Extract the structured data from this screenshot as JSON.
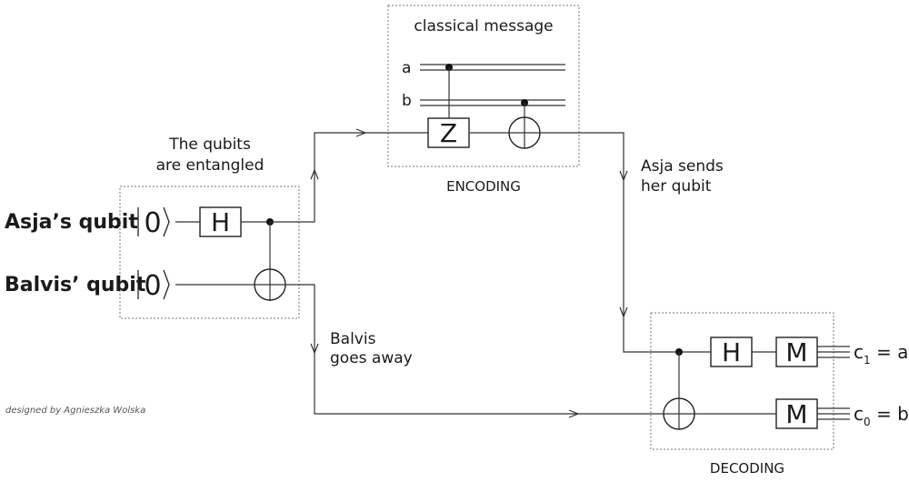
{
  "registers": {
    "asja": "Asja’s qubit",
    "balvis": "Balvis’ qubit"
  },
  "kets": {
    "asja_state": "0",
    "balvis_state": "0"
  },
  "notes": {
    "entangled_line1": "The qubits",
    "entangled_line2": "are entangled",
    "asja_sends_line1": "Asja sends",
    "asja_sends_line2": "her qubit",
    "balvis_away_line1": "Balvis",
    "balvis_away_line2": "goes away"
  },
  "encoding": {
    "title": "classical message",
    "bit_a": "a",
    "bit_b": "b",
    "caption": "ENCODING",
    "z_gate": "Z"
  },
  "gates": {
    "h": "H",
    "m": "M"
  },
  "decoding": {
    "caption": "DECODING"
  },
  "outputs": {
    "c1_letter": "c",
    "c1_index": "1",
    "c1_value": " = a",
    "c0_letter": "c",
    "c0_index": "0",
    "c0_value": " = b"
  },
  "credit": "designed by Agnieszka Wolska"
}
